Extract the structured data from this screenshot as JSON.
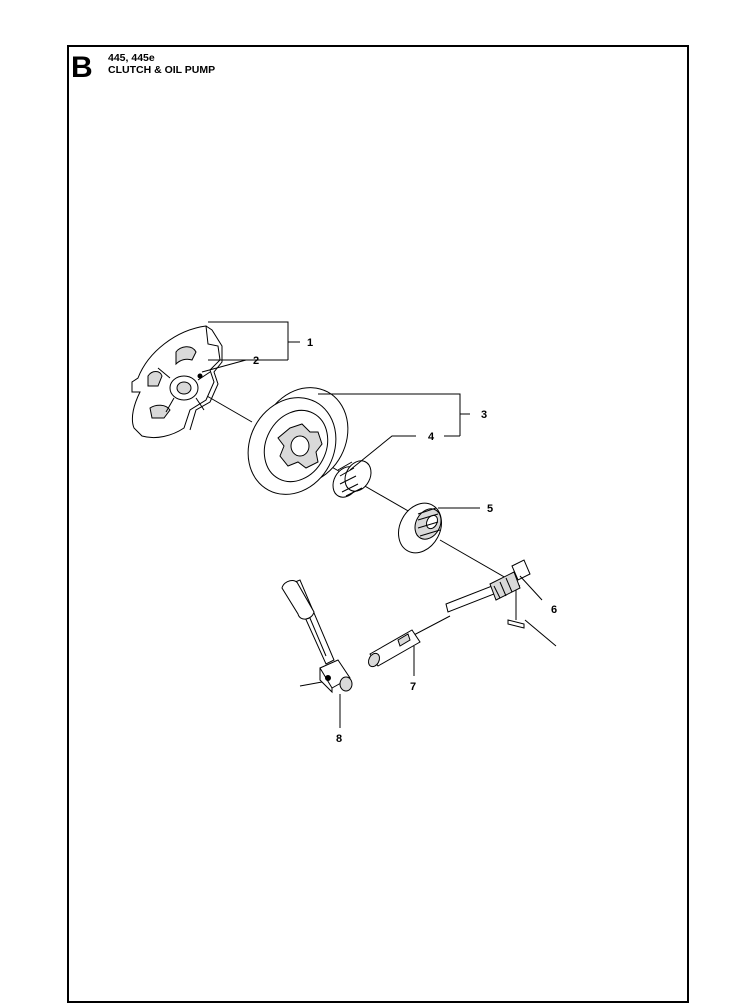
{
  "header": {
    "section_letter": "B",
    "model": "445, 445e",
    "title": "CLUTCH & OIL PUMP"
  },
  "callouts": [
    "1",
    "2",
    "3",
    "4",
    "5",
    "6",
    "7",
    "8"
  ],
  "colors": {
    "line": "#000000",
    "background": "#ffffff",
    "part_fill": "#ffffff",
    "shade": "#d9d9d9"
  }
}
